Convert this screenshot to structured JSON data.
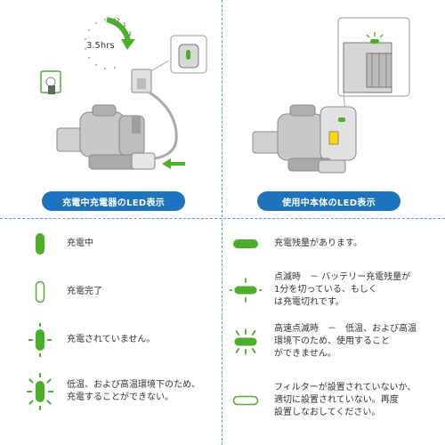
{
  "colors": {
    "accent_blue": "#1e73be",
    "divider_blue": "#5b9bd5",
    "led_green": "#4caf2a",
    "body_gray": "#c8c8c8"
  },
  "illustration_left": {
    "time_label": "3.5hrs",
    "clock_numbers": [
      "12",
      "1",
      "2",
      "3"
    ]
  },
  "sections": {
    "left_title": "充電中充電器のLED表示",
    "right_title": "使用中本体のLED表示"
  },
  "left_items": [
    {
      "led": "solid-vertical",
      "text": "充電中"
    },
    {
      "led": "outline-vertical",
      "text": "充電完了"
    },
    {
      "led": "blink-vertical",
      "text": "充電されていません。"
    },
    {
      "led": "fastblink-vertical",
      "text": "低温、および高温環境下のため、\n充電することができない。"
    }
  ],
  "right_items": [
    {
      "led": "solid-horizontal",
      "text": "充電残量があります。"
    },
    {
      "led": "blink-horizontal",
      "text": "点滅時　－ バッテリー充電残量が\n1分を切っている、もしく\nは充電切れです。"
    },
    {
      "led": "fastblink-horizontal",
      "text": "高速点滅時　－　低温、および高温\n環境下のため、使用すること\nができません。"
    },
    {
      "led": "outline-horizontal",
      "text": "フィルターが設置されていないか、\n適切に設置されていない。再度\n設置しなおしてください。"
    }
  ]
}
